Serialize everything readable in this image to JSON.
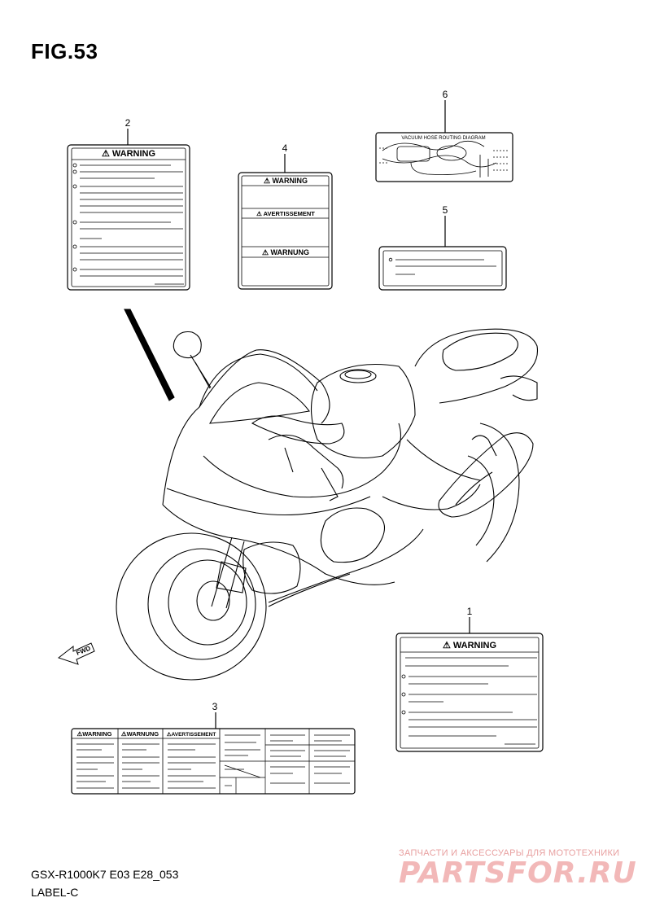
{
  "figure": {
    "title": "FIG.53",
    "model_code": "GSX-R1000K7 E03 E28_053",
    "category": "LABEL-C"
  },
  "watermark": {
    "subtitle": "ЗАПЧАСТИ И АКСЕССУАРЫ ДЛЯ МОТОТЕХНИКИ",
    "logo": "PARTSFOR.RU"
  },
  "callouts": [
    "1",
    "2",
    "3",
    "4",
    "5",
    "6"
  ],
  "labels": {
    "label_1": {
      "heading": "WARNING"
    },
    "label_2": {
      "heading": "WARNING"
    },
    "label_3": {
      "headings": [
        "WARNING",
        "WARNUNG",
        "AVERTISSEMENT"
      ]
    },
    "label_4": {
      "headings": [
        "WARNING",
        "AVERTISSEMENT",
        "WARNUNG"
      ]
    },
    "label_6": {
      "heading": "VACUUM HOSE ROUTING DIAGRAM"
    }
  },
  "fwd_arrow": {
    "text": "FWD"
  },
  "colors": {
    "line": "#000000",
    "watermark": "#f2b8b8"
  }
}
